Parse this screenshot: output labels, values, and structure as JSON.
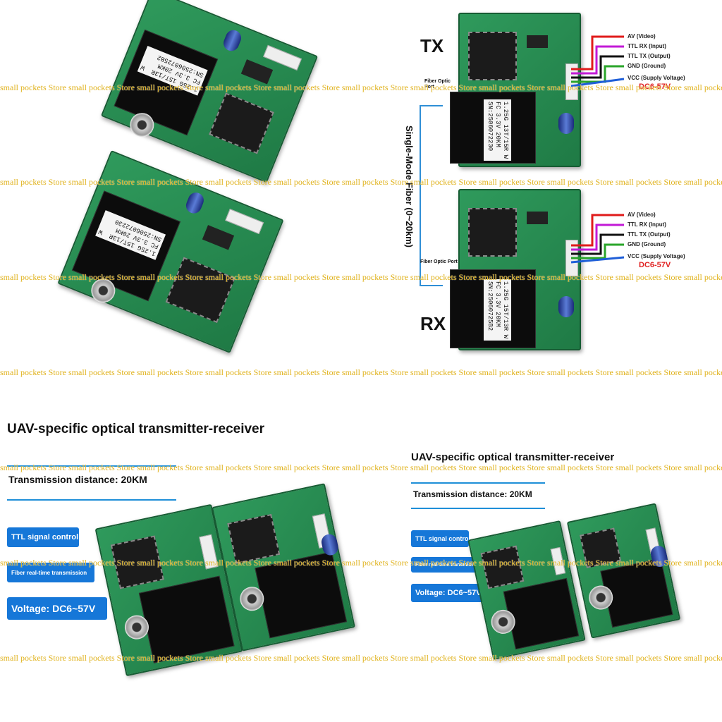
{
  "watermark": {
    "text": "small pockets Store small pockets Store small pockets Store small pockets Store small pockets Store small pockets Store small pockets Store small pockets Store small pockets Store small pockets Store small pockets Store",
    "color": "#e0b21c"
  },
  "diagram": {
    "tx_label": "TX",
    "rx_label": "RX",
    "fiber_label": "Single-Mode Fiber (0~20km)",
    "fiber_port_tx": "Fiber Optic\nPort",
    "fiber_port_rx": "Fiber Optic Port",
    "tx_signals": {
      "av": "AV (Video)",
      "ttl_rx": "TTL RX (Input)",
      "ttl_tx": "TTL TX (Output)",
      "gnd": "GND (Ground)",
      "vcc": "VCC (Supply Voltage)",
      "dc": "DC6-57V"
    },
    "rx_signals": {
      "av": "AV (Video)",
      "ttl_rx": "TTL RX (Input)",
      "ttl_tx": "TTL TX (Output)",
      "gnd": "GND (Ground)",
      "vcc": "VCC (Supply Voltage)",
      "dc": "DC6-57V"
    },
    "wire_colors": {
      "av": "#e01b1b",
      "ttl_rx": "#c21ad6",
      "ttl_tx": "#111111",
      "gnd": "#2aa52a",
      "vcc": "#1f5fd8",
      "fiber": "#2f8fd6"
    }
  },
  "board_labels": {
    "tl_top": "1.25G 15T/13R  W\nFC 3.3V 20KM\nSN:25060725B2",
    "tl_bottom": "1.25G 15T/13R  W\nFC 3.3V 20KM\nSN:2506072230",
    "tx_module": "1.25G 13T/15R W\nFC 3.3V 20KM\nSN:2506072230",
    "rx_module": "1.25G 15T/13R W\nFC 3.3V 20KM\nSN:25060725B2"
  },
  "promo_left": {
    "title": "UAV-specific optical transmitter-receiver",
    "distance": "Transmission distance: 20KM",
    "feature1": "TTL signal control",
    "feature2": "Fiber real-time transmission",
    "feature3": "Voltage: DC6~57V"
  },
  "promo_right": {
    "title": "UAV-specific optical transmitter-receiver",
    "distance": "Transmission distance: 20KM",
    "feature1": "TTL signal control",
    "feature2": "Fiber real-time transmission",
    "feature3": "Voltage: DC6~57V"
  },
  "colors": {
    "accent": "#1677d8",
    "board": "#2f9a5c",
    "dc_text": "#e02020"
  }
}
